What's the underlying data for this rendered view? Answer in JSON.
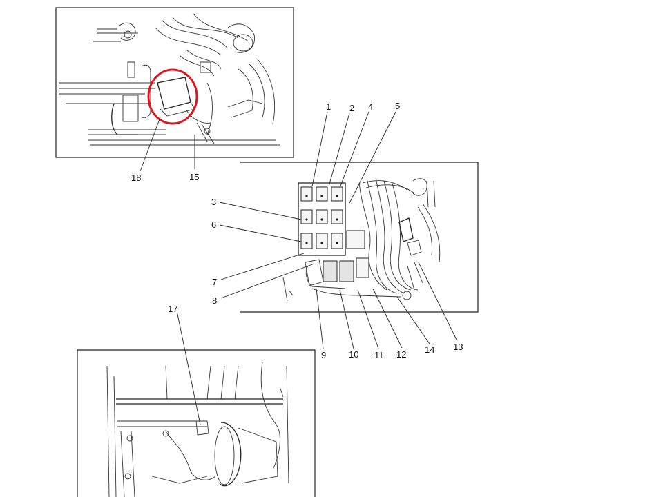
{
  "diagram": {
    "callouts": [
      {
        "id": "c1",
        "label": "1"
      },
      {
        "id": "c2",
        "label": "2"
      },
      {
        "id": "c4",
        "label": "4"
      },
      {
        "id": "c5",
        "label": "5"
      },
      {
        "id": "c3",
        "label": "3"
      },
      {
        "id": "c6",
        "label": "6"
      },
      {
        "id": "c7",
        "label": "7"
      },
      {
        "id": "c8",
        "label": "8"
      },
      {
        "id": "c9",
        "label": "9"
      },
      {
        "id": "c10",
        "label": "10"
      },
      {
        "id": "c11",
        "label": "11"
      },
      {
        "id": "c12",
        "label": "12"
      },
      {
        "id": "c14",
        "label": "14"
      },
      {
        "id": "c13",
        "label": "13"
      },
      {
        "id": "c15",
        "label": "15"
      },
      {
        "id": "c17",
        "label": "17"
      },
      {
        "id": "c18",
        "label": "18"
      }
    ],
    "highlight_color": "#e0141e"
  }
}
